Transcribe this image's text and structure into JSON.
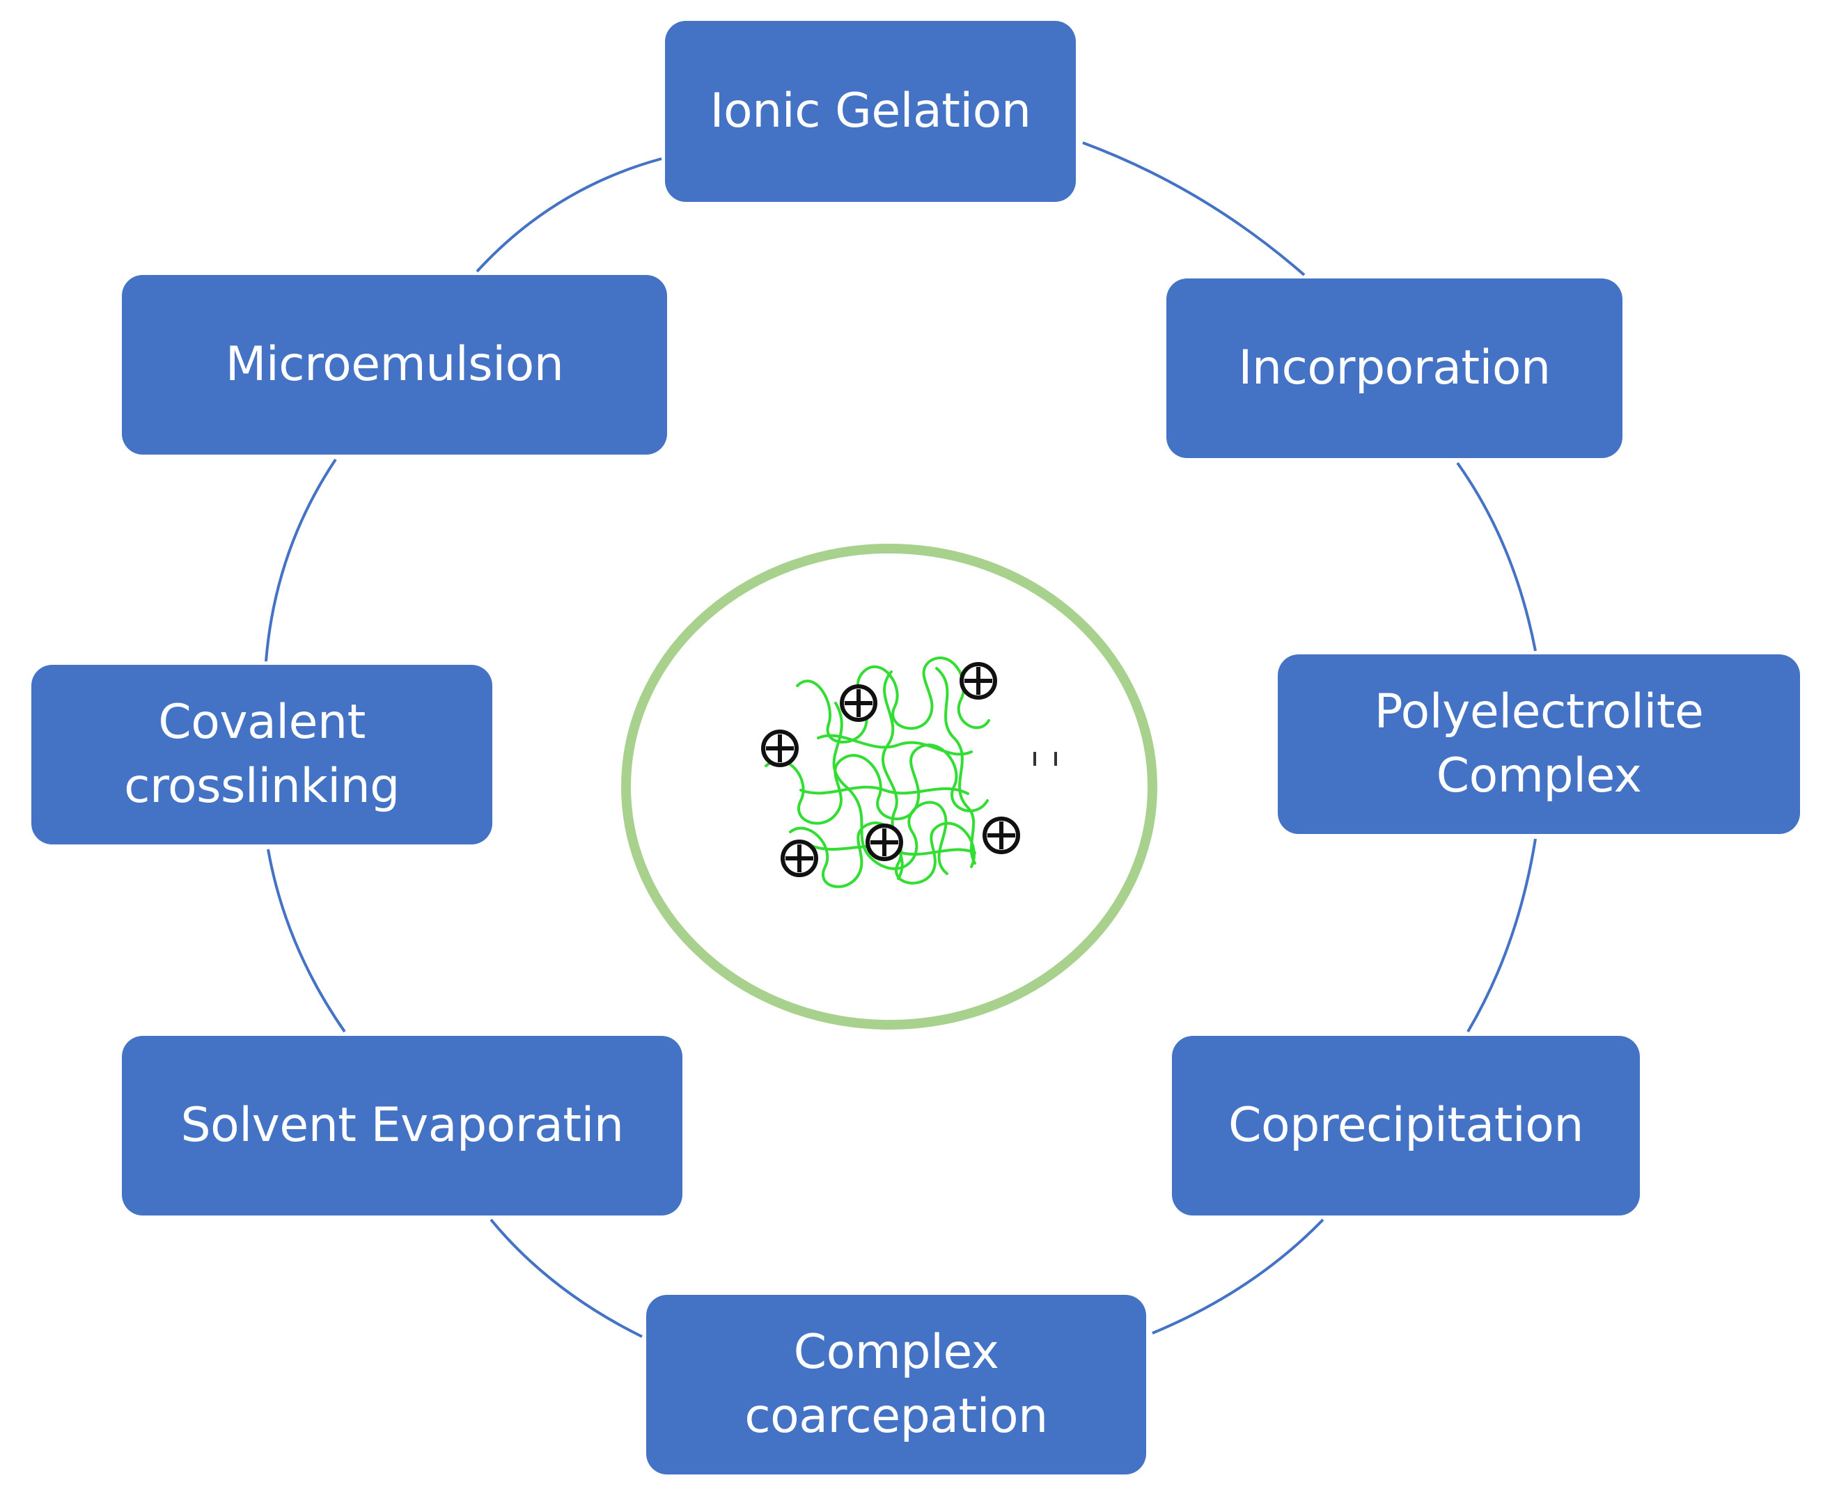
{
  "diagram": {
    "colors": {
      "box_fill": "#4472c4",
      "box_text": "#ffffff",
      "connector": "#4472c4",
      "nanoparticle_ring": "#a9d18e",
      "polymer_chain": "#33dd33",
      "charge_symbol": "#000000"
    },
    "methods": [
      {
        "label": "Ionic Gelation"
      },
      {
        "label": "Incorporation"
      },
      {
        "label": "Polyelectrolite\nComplex"
      },
      {
        "label": "Coprecipitation"
      },
      {
        "label": "Complex\ncoarcepation"
      },
      {
        "label": "Solvent Evaporatin"
      },
      {
        "label": "Covalent\ncrosslinking"
      },
      {
        "label": "Microemulsion"
      }
    ],
    "center": {
      "icon": "nanoparticle-icon",
      "charge_icon": "positive-charge-icon",
      "charge_count": 6
    }
  }
}
